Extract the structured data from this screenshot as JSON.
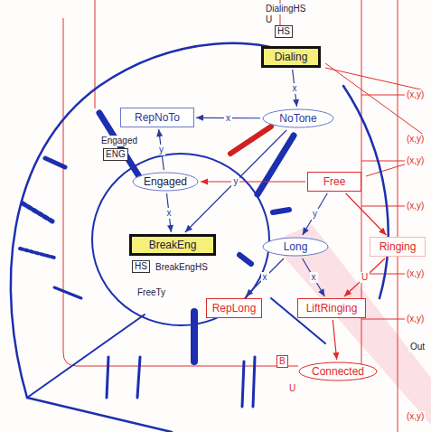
{
  "diagram": {
    "nodes": [
      {
        "text": [
          "Dialing"
        ]
      },
      {
        "text": [
          "RepNoTo"
        ]
      },
      {
        "text": [
          "NoTone"
        ]
      },
      {
        "text": [
          "Engaged"
        ]
      },
      {
        "text": [
          "Free"
        ]
      },
      {
        "text": [
          "BreakEng"
        ]
      },
      {
        "text": [
          "Long"
        ]
      },
      {
        "text": [
          "Ringing"
        ]
      },
      {
        "text": [
          "RepLong"
        ]
      },
      {
        "text": [
          "LiftRinging"
        ]
      },
      {
        "text": [
          "Connected"
        ]
      }
    ],
    "edges": [
      {
        "from": 0,
        "to": 2,
        "arrow": "to",
        "label": "x"
      },
      {
        "from": 2,
        "to": 1,
        "arrow": "to",
        "label": "x"
      },
      {
        "from": 3,
        "to": 1,
        "arrow": "to",
        "label": "y"
      },
      {
        "from": 2,
        "to": 5,
        "arrow": "to",
        "label": "y"
      },
      {
        "from": 4,
        "to": 3,
        "arrow": "to"
      },
      {
        "from": 4,
        "to": 6,
        "arrow": "to",
        "label": "y"
      },
      {
        "from": 4,
        "to": 7,
        "arrow": "to"
      },
      {
        "from": 6,
        "to": 8,
        "arrow": "to",
        "label": "x"
      },
      {
        "from": 6,
        "to": 9,
        "arrow": "to",
        "label": "x"
      },
      {
        "from": 7,
        "to": 9,
        "arrow": "to",
        "label": "U"
      },
      {
        "from": 9,
        "to": 10,
        "arrow": "to"
      },
      {
        "from": 3,
        "to": 5,
        "arrow": "to",
        "label": "x"
      }
    ],
    "labels": [
      "DialingHS",
      "HS",
      "Engaged",
      "ENG",
      "HS",
      "BreakEngHS",
      "FreeTy",
      "B",
      "Out",
      "U",
      "U",
      "(x,y)",
      "(x,y)",
      "(x,y)",
      "(x,y)",
      "(x,y)",
      "(x,y)",
      "(x,y)"
    ]
  }
}
